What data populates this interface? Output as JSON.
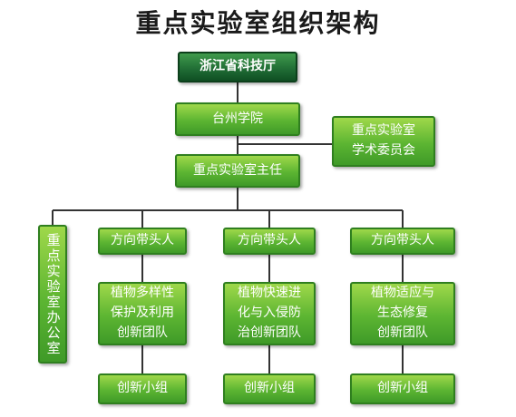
{
  "title": "重点实验室组织架构",
  "nodes": {
    "top": "浙江省科技厅",
    "university": "台州学院",
    "committee": "重点实验室\n学术委员会",
    "director": "重点实验室主任",
    "office": "重点实验室办公室",
    "leader_1": "方向带头人",
    "leader_2": "方向带头人",
    "leader_3": "方向带头人",
    "team_1": "植物多样性\n保护及利用\n创新团队",
    "team_2": "植物快速进\n化与入侵防\n治创新团队",
    "team_3": "植物适应与\n生态修复\n创新团队",
    "group_1": "创新小组",
    "group_2": "创新小组",
    "group_3": "创新小组"
  },
  "colors": {
    "box_green": "#5cb532",
    "box_dark": "#1f6b34",
    "line": "#333333"
  }
}
